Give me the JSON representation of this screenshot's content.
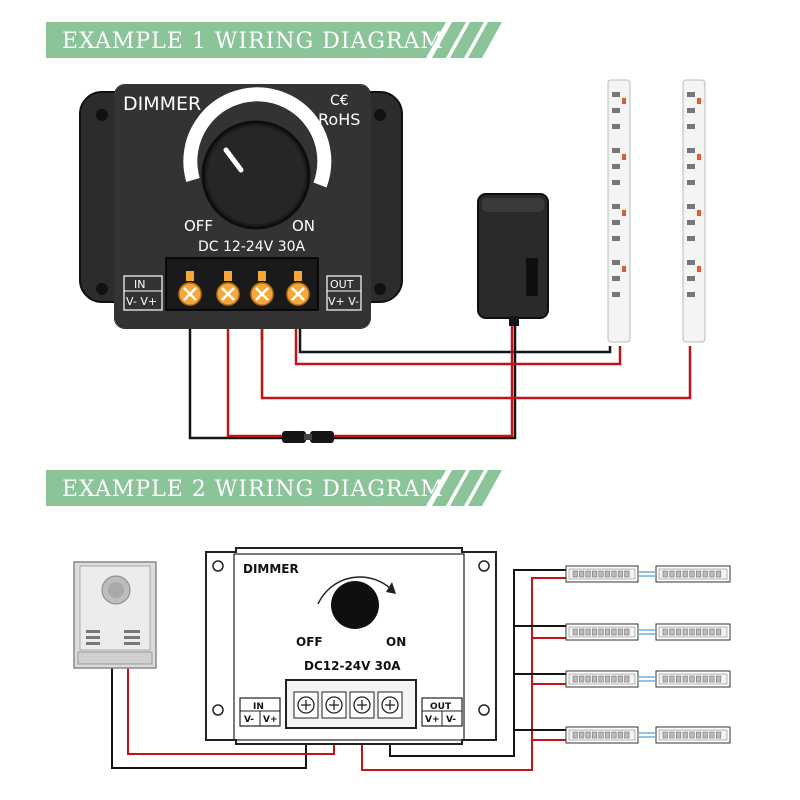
{
  "colors": {
    "banner_green": "#8cc49a",
    "wire_red": "#c0141a",
    "wire_black": "#151515",
    "device_dark": "#2c2c2c",
    "terminal_orange": "#f5a83a"
  },
  "example1": {
    "title": "EXAMPLE 1 WIRING DIAGRAM",
    "dimmer": {
      "name": "DIMMER",
      "ce": "C€",
      "rohs": "RoHS",
      "off": "OFF",
      "on": "ON",
      "rating": "DC 12-24V 30A",
      "in_label": "IN",
      "in_pins": "V- V+",
      "out_label": "OUT",
      "out_pins": "V+ V-"
    },
    "icons": [
      "ce-mark-icon",
      "power-adapter-icon",
      "led-strip-icon"
    ]
  },
  "example2": {
    "title": "EXAMPLE 2 WIRING DIAGRAM",
    "dimmer": {
      "name": "DIMMER",
      "off": "OFF",
      "on": "ON",
      "rating": "DC12-24V 30A",
      "in_label": "IN",
      "in_pin_neg": "V-",
      "in_pin_pos": "V+",
      "out_label": "OUT",
      "out_pin_pos": "V+",
      "out_pin_neg": "V-"
    },
    "icons": [
      "power-supply-icon",
      "led-strip-icon",
      "rotate-arrow-icon"
    ]
  }
}
